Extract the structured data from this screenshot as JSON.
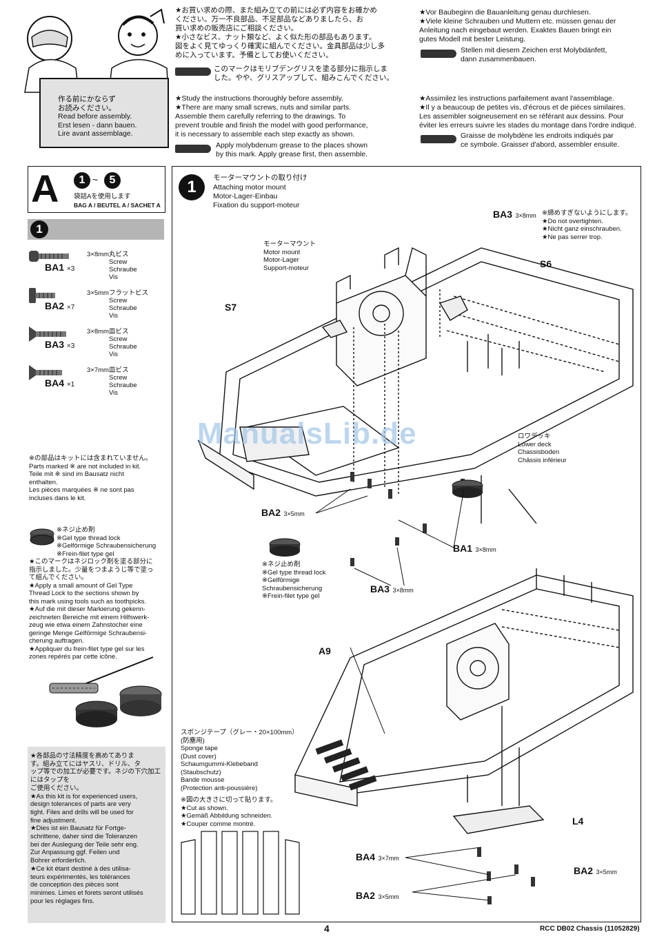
{
  "header": {
    "jp_intro": "★お買い求めの際、また組み立ての前には必ず内容をお確かめ\nください。万一不良部品、不足部品などありましたら、お\n買い求めの販売店にご相談ください。\n★小さなビス、ナット類など、よく似た形の部品もあります。\n図をよく見てゆっくり確実に組んでください。金具部品は少し多\nめに入っています。予備としてお使いください。",
    "jp_grease": "このマークはモリブデングリスを塗る部分に指示しま\nした。やや、グリスアップして、組みこんでください。",
    "de_intro": "★Vor Baubeginn die Bauanleitung genau durchlesen.\n★Viele kleine Schrauben und Muttern etc. müssen genau der\nAnleitung nach eingebaut werden. Exaktes Bauen bringt ein\ngutes Modell mit bester Leistung.",
    "de_grease": "Stellen mit diesem Zeichen erst Molybdänfett,\ndann zusammenbauen.",
    "en_intro": "★Study the instructions thoroughly before assembly.\n★There are many small screws, nuts and similar parts.\nAssemble them carefully referring to the drawings. To\nprevent trouble and finish the model with good performance,\nit is necessary to assemble each step exactly as shown.",
    "en_grease": "Apply molybdenum grease to the places shown\nby this mark. Apply grease first, then assemble.",
    "fr_intro": "★Assimilez les instructions parfaitement avant l'assemblage.\n★Il y a beaucoup de petites vis, d'écrous et de pièces similaires.\nLes assembler soigneusement en se référant aux dessins. Pour\néviter les erreurs suivre les stades du montage dans l'ordre indiqué.",
    "fr_grease": "Graisse de molybdène les endroits indiqués par\nce symbole. Graisser d'abord, assembler ensuite.",
    "sign_text": "作る前にかならず\nお読みください。\nRead before assembly.\nErst lesen - dann bauen.\nLire avant assemblage."
  },
  "bag": {
    "letter": "A",
    "step_from": "1",
    "tilde": "~",
    "step_to": "5",
    "jp": "袋詰Aを使用します",
    "multi": "BAG A / BEUTEL A / SACHET A"
  },
  "parts_panel": {
    "step_number": "1",
    "screws": [
      {
        "code": "BA1",
        "qty": "×3",
        "jp": "3×8mm丸ビス",
        "en": "Screw",
        "de": "Schraube",
        "fr": "Vis"
      },
      {
        "code": "BA2",
        "qty": "×7",
        "jp": "3×5mmフラットビス",
        "en": "Screw",
        "de": "Schraube",
        "fr": "Vis"
      },
      {
        "code": "BA3",
        "qty": "×3",
        "jp": "3×8mm皿ビス",
        "en": "Screw",
        "de": "Schraube",
        "fr": "Vis"
      },
      {
        "code": "BA4",
        "qty": "×1",
        "jp": "3×7mm皿ビス",
        "en": "Screw",
        "de": "Schraube",
        "fr": "Vis"
      }
    ],
    "not_included": "※の部品はキットには含まれていません。\nParts marked ※ are not included in kit.\nTeile mit ※ sind im Bausatz nicht\nenthalten.\nLes pièces marquées ※ ne sont pas\nincluses dans le kit.",
    "threadlock_legend": "※ネジ止め剤\n※Gel type thread lock\n※Gelförmige Schraubensicherung\n※Frein-filet type gel",
    "threadlock_instr": "★このマークはネジロック剤を塗る部分に\n指示しました。少量をつまようじ等で塗っ\nて組んでください。\n★Apply a small amount of Gel Type\nThread Lock to the sections shown by\nthis mark using tools such as toothpicks.\n★Auf die mit dieser Markierung gekenn-\nzeichneten Bereiche mit einem Hilfswerk-\nzeug wie etwa einem Zahnstocher eine\ngeringe Menge Gelförmige Schraubensi-\ncherung auftragen.\n★Appliquer du frein-filet type gel sur les\nzones repérés par cette icône.",
    "experienced_note": "★各部品の寸法精度を高めてありま\nす。組み立てにはヤスリ、ドリル、タ\nップ等での加工が必要です。ネジの下穴加工にはタップを\nご使用ください。\n★As this kit is for experienced users,\ndesign tolerances of parts are very\ntight. Files and drills will be used for\nfine adjustment.\n★Dies ist ein Bausatz für Fortge-\nschrittene, daher sind die Toleranzen\nbei der Auslegung der Teile sehr eng.\nZur Anpassung ggf. Feilen und\nBohrer erforderlich.\n★Ce kit étant destiné à des utilisa-\nteurs expérimentés, les tolérances\nde conception des pièces sont\nminimes. Limes et forets seront utilisés\npour les réglages fins."
  },
  "step1": {
    "number": "1",
    "title_jp": "モーターマウントの取り付け",
    "title_en": "Attaching motor mount",
    "title_de": "Motor-Lager-Einbau",
    "title_fr": "Fixation du support-moteur",
    "motor_mount": "モーターマウント\nMotor mount\nMotor-Lager\nSupport-moteur",
    "lower_deck": "ロワデッキ\nLower deck\nChassisboden\nChâssis inférieur",
    "no_overtighten": "※締めすぎないようにします。\n★Do not overtighten.\n★Nicht ganz einschrauben.\n★Ne pas serrer trop.",
    "threadlock_small": "※ネジ止め剤\n※Gel type thread lock\n※Gelförmige\nSchraubensicherung\n※Frein-filet type gel",
    "sponge_tape": "スポンジテープ（グレー・20×100mm）\n(防塵用)\nSponge tape\n(Dust cover)\nSchaumgummi-Klebeband\n(Staubschutz)\nBande mousse\n(Protection anti-poussière)",
    "cut_as_shown": "※図の大きさに切って貼ります。\n★Cut as shown.\n★Gemäß Abbildung schneiden.\n★Couper comme montré.",
    "labels": {
      "ba3_top": "BA3",
      "ba3_top_size": "3×8mm",
      "s6": "S6",
      "s7": "S7",
      "ba2_left": "BA2",
      "ba2_left_size": "3×5mm",
      "ba1": "BA1",
      "ba1_size": "3×8mm",
      "ba3_bottom": "BA3",
      "ba3_bottom_size": "3×8mm",
      "a9": "A9",
      "l4": "L4",
      "ba4": "BA4",
      "ba4_size": "3×7mm",
      "ba2_right": "BA2",
      "ba2_right_size": "3×5mm",
      "ba2_bottom": "BA2",
      "ba2_bottom_size": "3×5mm"
    }
  },
  "footer": {
    "page_number": "4",
    "doc_id": "RCC DB02 Chassis (11052829)"
  },
  "watermark": "ManualsLib.de",
  "colors": {
    "ink": "#111111",
    "panel_gray": "#b5b5b5",
    "watermark": "#9fc6ea"
  }
}
